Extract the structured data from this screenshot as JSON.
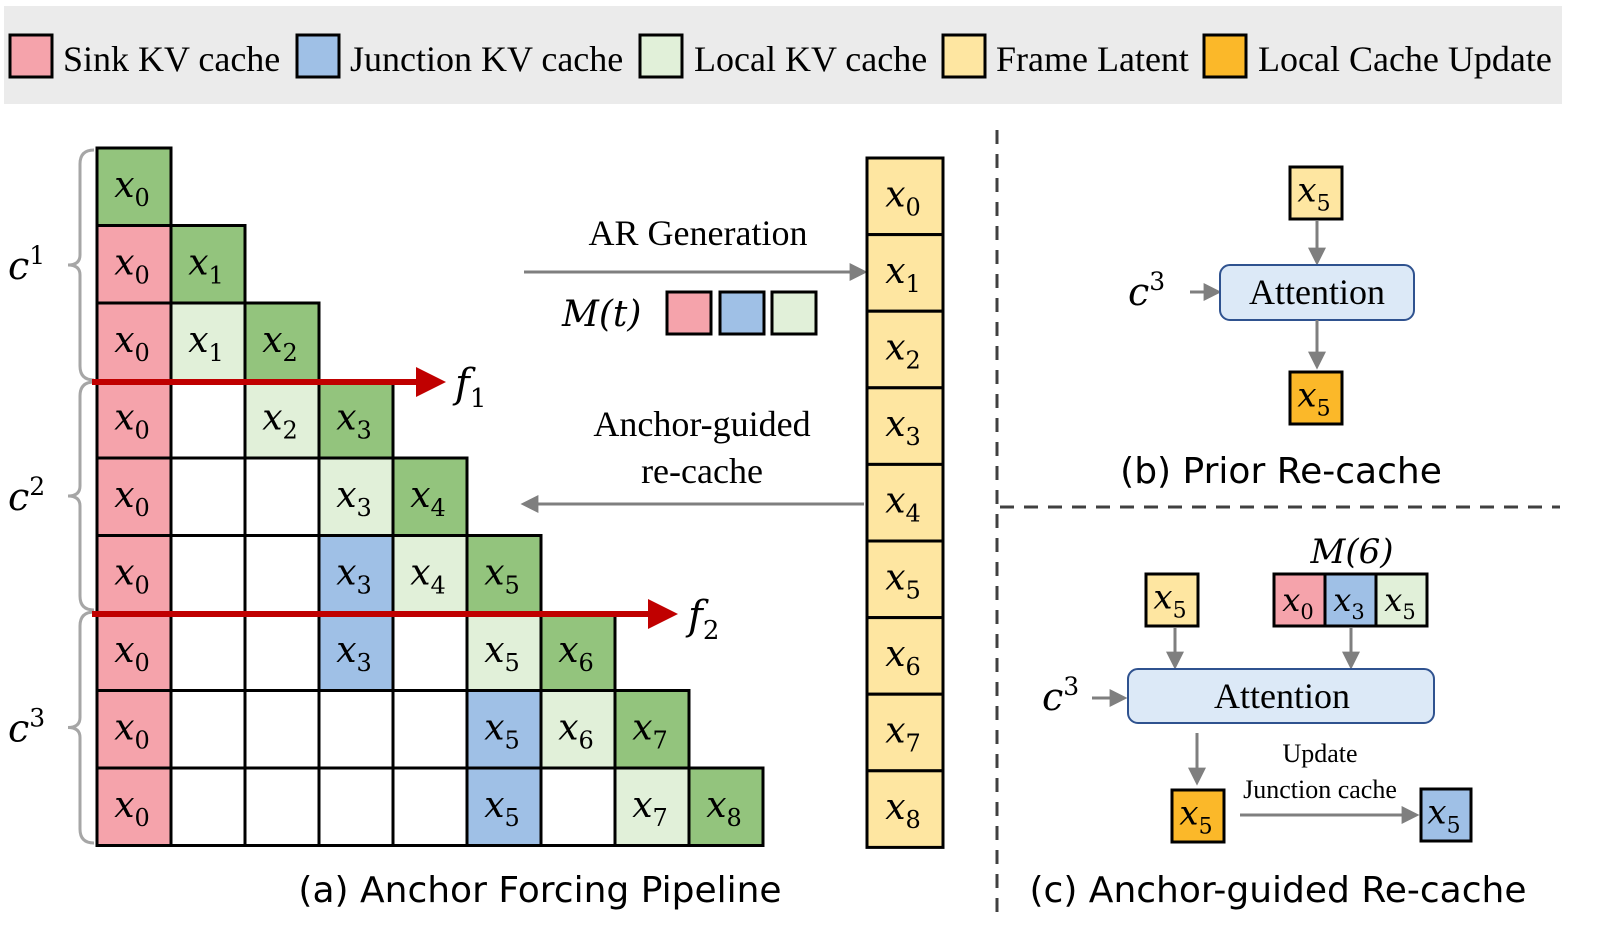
{
  "legend": {
    "items": [
      {
        "label": "Sink KV cache",
        "color": "#f5a3ab"
      },
      {
        "label": "Junction KV cache",
        "color": "#9fc0e6"
      },
      {
        "label": "Local KV cache",
        "color": "#e1f0d9"
      },
      {
        "label": "Frame Latent",
        "color": "#fee6a1"
      },
      {
        "label": "Local Cache Update",
        "color": "#fbb829"
      }
    ]
  },
  "colors": {
    "sink": "#f5a3ab",
    "junction": "#9fc0e6",
    "local": "#e1f0d9",
    "current": "#93c47d",
    "frame": "#fee6a1",
    "update": "#fbb829",
    "attention": "#dce9f7",
    "arrow_red": "#c00000"
  },
  "panel_a": {
    "caption": "(a) Anchor Forcing Pipeline",
    "chunks": [
      "c",
      "c",
      "c"
    ],
    "chunk_sups": [
      "1",
      "2",
      "3"
    ],
    "flows": [
      {
        "label": "f",
        "sub": "1"
      },
      {
        "label": "f",
        "sub": "2"
      }
    ],
    "grid_rows": [
      [
        "C0"
      ],
      [
        "S0",
        "C1"
      ],
      [
        "S0",
        "L1",
        "C2"
      ],
      [
        "S0",
        "",
        "L2",
        "C3"
      ],
      [
        "S0",
        "",
        "",
        "L3",
        "C4"
      ],
      [
        "S0",
        "",
        "",
        "J3",
        "L4",
        "C5"
      ],
      [
        "S0",
        "",
        "",
        "J3",
        "",
        "L5",
        "C6"
      ],
      [
        "S0",
        "",
        "",
        "",
        "",
        "J5",
        "L6",
        "C7"
      ],
      [
        "S0",
        "",
        "",
        "",
        "",
        "J5",
        "",
        "L7",
        "C8"
      ]
    ],
    "ar_generation": "AR Generation",
    "memory_label": "M(t)",
    "anchor_line1": "Anchor-guided",
    "anchor_line2": "re-cache",
    "frames": [
      "0",
      "1",
      "2",
      "3",
      "4",
      "5",
      "6",
      "7",
      "8"
    ]
  },
  "panel_b": {
    "caption": "(b) Prior Re-cache",
    "input": {
      "label": "x",
      "sub": "5"
    },
    "context": {
      "label": "c",
      "sup": "3"
    },
    "attention": "Attention",
    "output": {
      "label": "x",
      "sub": "5"
    }
  },
  "panel_c": {
    "caption": "(c) Anchor-guided Re-cache",
    "memory": "M(6)",
    "input": {
      "label": "x",
      "sub": "5"
    },
    "memory_cells": [
      {
        "sub": "0",
        "kind": "sink"
      },
      {
        "sub": "3",
        "kind": "junction"
      },
      {
        "sub": "5",
        "kind": "local"
      }
    ],
    "context": {
      "label": "c",
      "sup": "3"
    },
    "attention": "Attention",
    "update_line1": "Update",
    "update_line2": "Junction cache",
    "output": {
      "label": "x",
      "sub": "5"
    },
    "result": {
      "label": "x",
      "sub": "5"
    }
  }
}
